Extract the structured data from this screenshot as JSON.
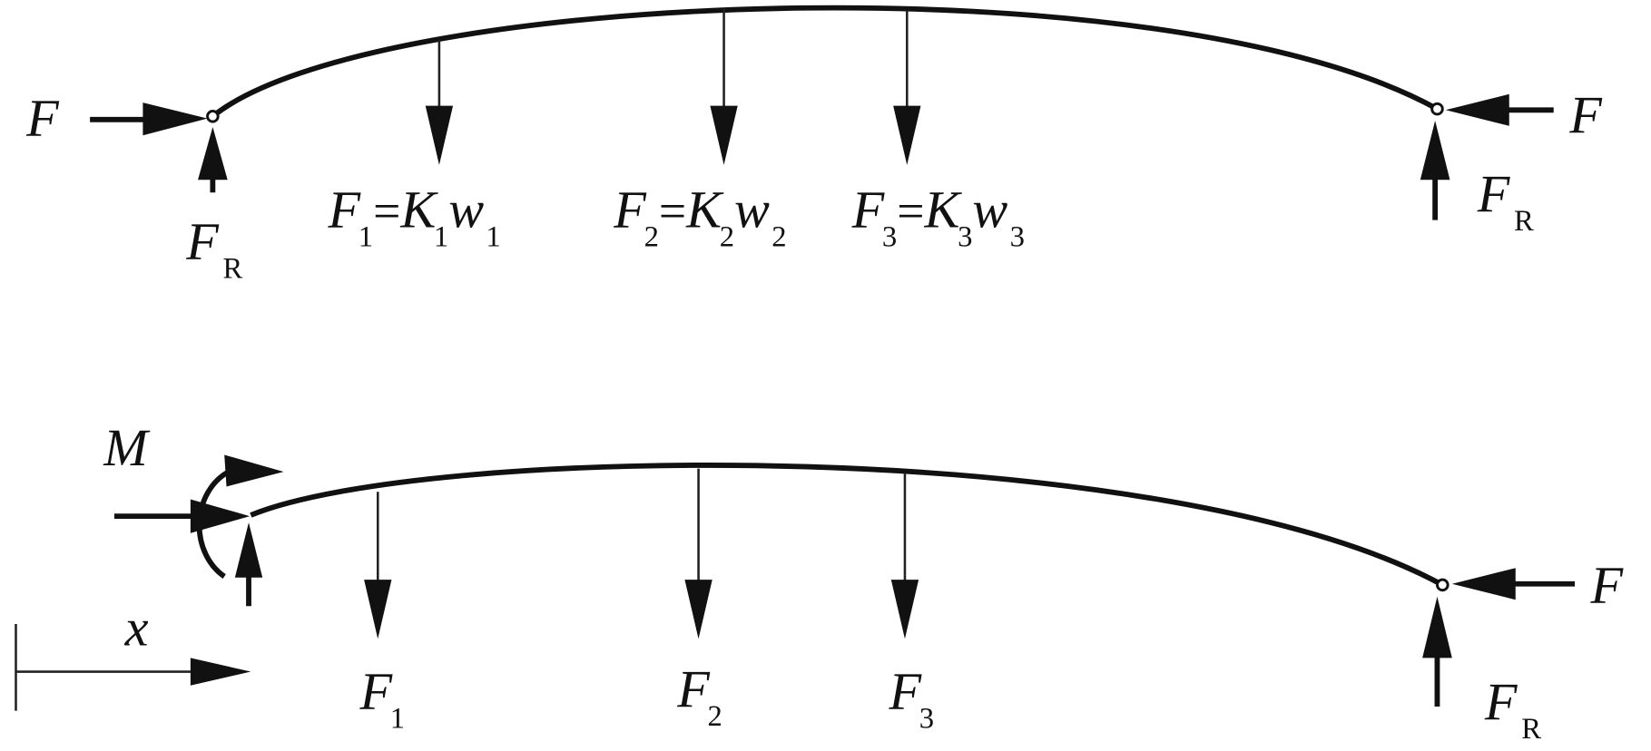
{
  "top_diagram": {
    "left_axial_force": "F",
    "right_axial_force": "F",
    "left_reaction": {
      "main": "F",
      "sub": "R"
    },
    "right_reaction": {
      "main": "F",
      "sub": "R"
    },
    "loads": [
      {
        "f": "F",
        "fsub": "1",
        "eq": "=",
        "k": "K",
        "ksub": "1",
        "w": "w",
        "wsub": "1"
      },
      {
        "f": "F",
        "fsub": "2",
        "eq": "=",
        "k": "K",
        "ksub": "2",
        "w": "w",
        "wsub": "2"
      },
      {
        "f": "F",
        "fsub": "3",
        "eq": "=",
        "k": "K",
        "ksub": "3",
        "w": "w",
        "wsub": "3"
      }
    ]
  },
  "bottom_diagram": {
    "moment": "M",
    "right_axial_force": "F",
    "right_reaction": {
      "main": "F",
      "sub": "R"
    },
    "axis_label": "x",
    "loads": [
      {
        "f": "F",
        "fsub": "1"
      },
      {
        "f": "F",
        "fsub": "2"
      },
      {
        "f": "F",
        "fsub": "3"
      }
    ]
  }
}
